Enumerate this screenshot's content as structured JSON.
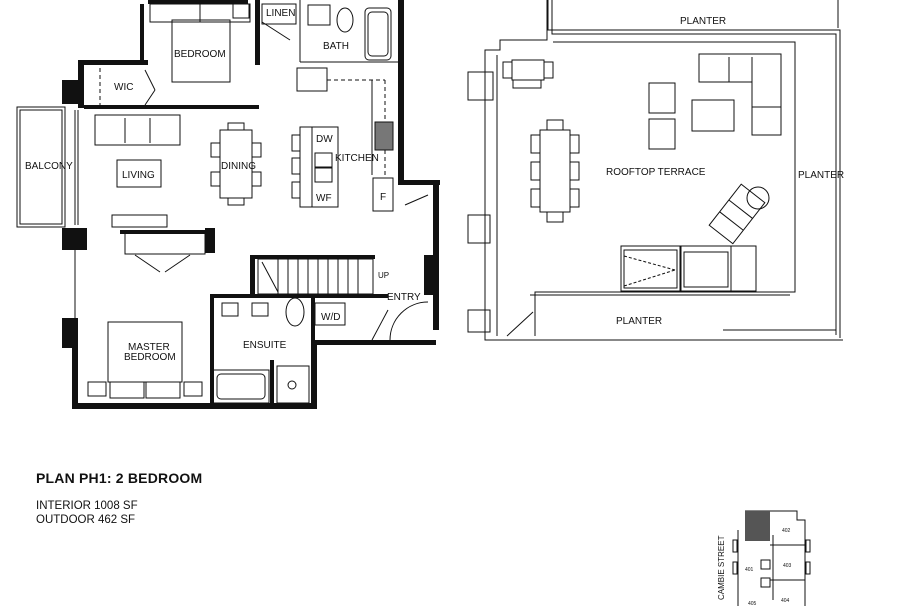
{
  "plan": {
    "title": "PLAN PH1: 2 BEDROOM",
    "interior": "INTERIOR 1008 SF",
    "outdoor": "OUTDOOR 462 SF"
  },
  "rooms": {
    "linen": "LINEN",
    "bath": "BATH",
    "bedroom": "BEDROOM",
    "wic": "WIC",
    "balcony": "BALCONY",
    "living": "LIVING",
    "dining": "DINING",
    "kitchen": "KITCHEN",
    "dw": "DW",
    "wf": "WF",
    "fridge": "F",
    "master_line1": "MASTER",
    "master_line2": "BEDROOM",
    "ensuite": "ENSUITE",
    "wd": "W/D",
    "entry": "ENTRY",
    "up": "UP"
  },
  "terrace": {
    "name": "ROOFTOP TERRACE",
    "planter_top": "PLANTER",
    "planter_right": "PLANTER",
    "planter_bottom": "PLANTER"
  },
  "keyplan": {
    "street": "CAMBIE STREET",
    "units": [
      "402",
      "401",
      "403",
      "404",
      "405"
    ]
  }
}
